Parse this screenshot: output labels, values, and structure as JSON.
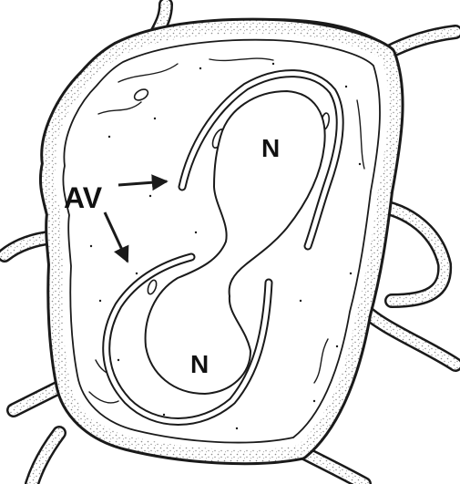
{
  "labels": {
    "av": "AV",
    "nucleus_upper": "N",
    "nucleus_lower": "N"
  },
  "colors": {
    "ink": "#1a1a1a",
    "paper": "#ffffff",
    "stipple": "#8a8a8a"
  }
}
